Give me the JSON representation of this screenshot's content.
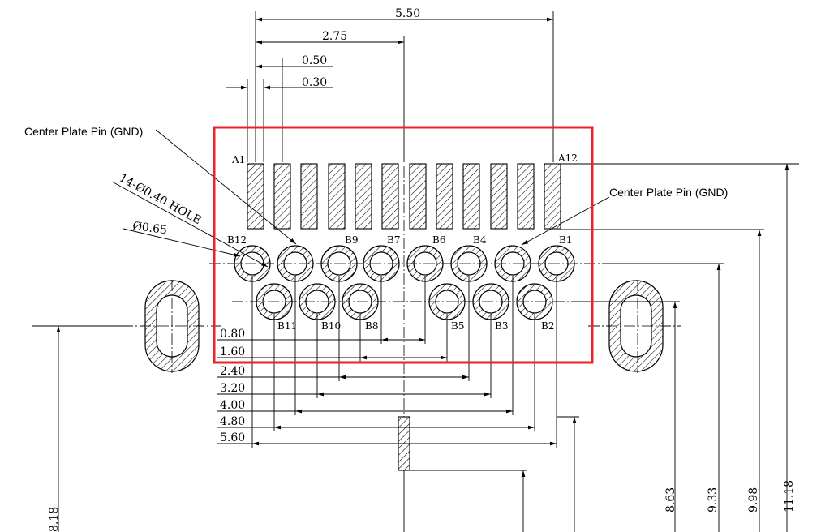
{
  "drawing": {
    "top_dims": [
      "5.50",
      "2.75",
      "0.50",
      "0.30"
    ],
    "bottom_dims": [
      "0.80",
      "1.60",
      "2.40",
      "3.20",
      "4.00",
      "4.80",
      "5.60"
    ],
    "vertical_dims": [
      "8.18",
      "8.63",
      "9.33",
      "9.98",
      "11.18"
    ],
    "notes": {
      "center_plate_left": "Center Plate Pin (GND)",
      "center_plate_right": "Center Plate Pin (GND)",
      "hole_note": "14-Ø0.40 HOLE",
      "dia_note": "Ø0.65"
    },
    "a_labels": {
      "a1": "A1",
      "a12": "A12"
    },
    "b_top_labels": [
      "B12",
      "B9",
      "B7",
      "B6",
      "B4",
      "B1"
    ],
    "b_bottom_labels": [
      "B11",
      "B10",
      "B8",
      "B5",
      "B3",
      "B2"
    ],
    "highlight_color": "#e8232a"
  }
}
